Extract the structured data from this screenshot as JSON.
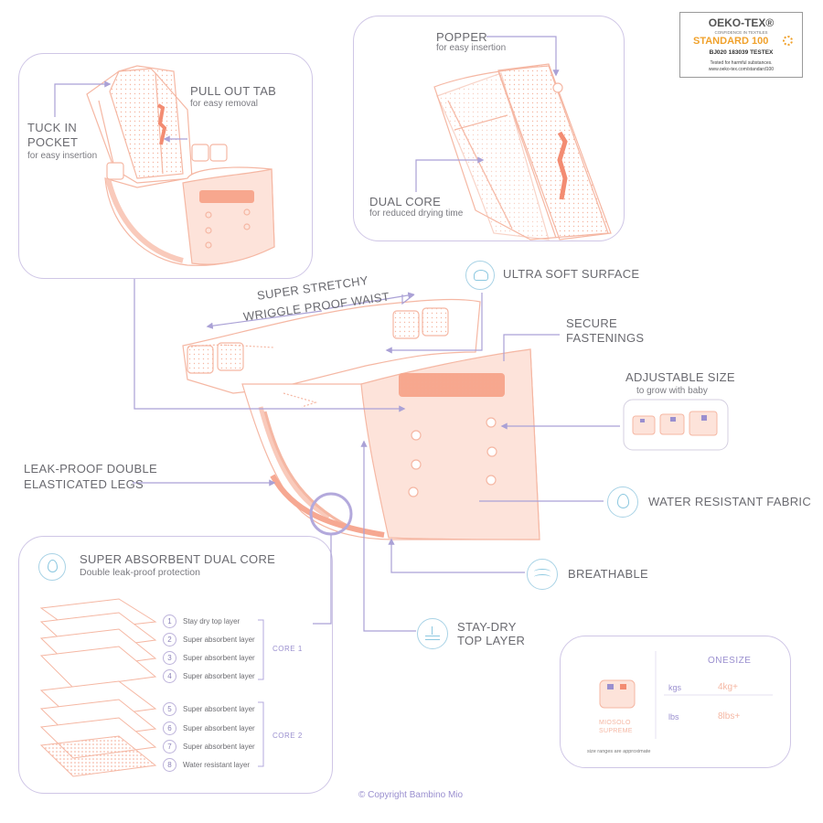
{
  "oeko": {
    "brand": "OEKO-TEX®",
    "tagline": "CONFIDENCE IN TEXTILES",
    "standard": "STANDARD 100",
    "code": "BJ020 183039 TESTEX",
    "tested": "Tested for harmful substances.",
    "url": "www.oeko-tex.com/standard100"
  },
  "top_left": {
    "pull_tab": {
      "title": "PULL OUT TAB",
      "sub": "for easy removal"
    },
    "tuck": {
      "title_1": "TUCK IN",
      "title_2": "POCKET",
      "sub": "for easy insertion"
    }
  },
  "top_right": {
    "popper": {
      "title": "POPPER",
      "sub": "for easy insertion"
    },
    "dual_core": {
      "title": "DUAL CORE",
      "sub": "for reduced drying time"
    }
  },
  "labels": {
    "waist_1": "SUPER STRETCHY",
    "waist_2": "WRIGGLE PROOF WAIST",
    "ultra_soft": "ULTRA SOFT SURFACE",
    "secure_1": "SECURE",
    "secure_2": "FASTENINGS",
    "adjustable": "ADJUSTABLE SIZE",
    "adjustable_sub": "to grow with baby",
    "leak_1": "LEAK-PROOF DOUBLE",
    "leak_2": "ELASTICATED LEGS",
    "water": "WATER RESISTANT FABRIC",
    "breathable": "BREATHABLE",
    "staydry_1": "STAY-DRY",
    "staydry_2": "TOP LAYER"
  },
  "core_panel": {
    "title": "SUPER ABSORBENT DUAL CORE",
    "sub": "Double leak-proof protection",
    "layers": [
      {
        "n": "1",
        "label": "Stay dry top layer"
      },
      {
        "n": "2",
        "label": "Super absorbent layer"
      },
      {
        "n": "3",
        "label": "Super absorbent layer"
      },
      {
        "n": "4",
        "label": "Super absorbent layer"
      },
      {
        "n": "5",
        "label": "Super absorbent layer"
      },
      {
        "n": "6",
        "label": "Super absorbent layer"
      },
      {
        "n": "7",
        "label": "Super absorbent layer"
      },
      {
        "n": "8",
        "label": "Water resistant layer"
      }
    ],
    "core1": "CORE 1",
    "core2": "CORE 2"
  },
  "size_table": {
    "column": "ONESIZE",
    "product_1": "MIOSOLO",
    "product_2": "SUPREME",
    "rows": [
      {
        "unit": "kgs",
        "value": "4kg+"
      },
      {
        "unit": "lbs",
        "value": "8lbs+"
      }
    ],
    "note": "size ranges are approximate"
  },
  "copyright": "© Copyright Bambino Mio",
  "colors": {
    "peach": "#f5b7a3",
    "peach_fill": "#fde3da",
    "lilac": "#b3a9dc",
    "panel_border": "#cfc6e6",
    "text": "#6a6a70",
    "aqua": "#8cc8e0"
  }
}
